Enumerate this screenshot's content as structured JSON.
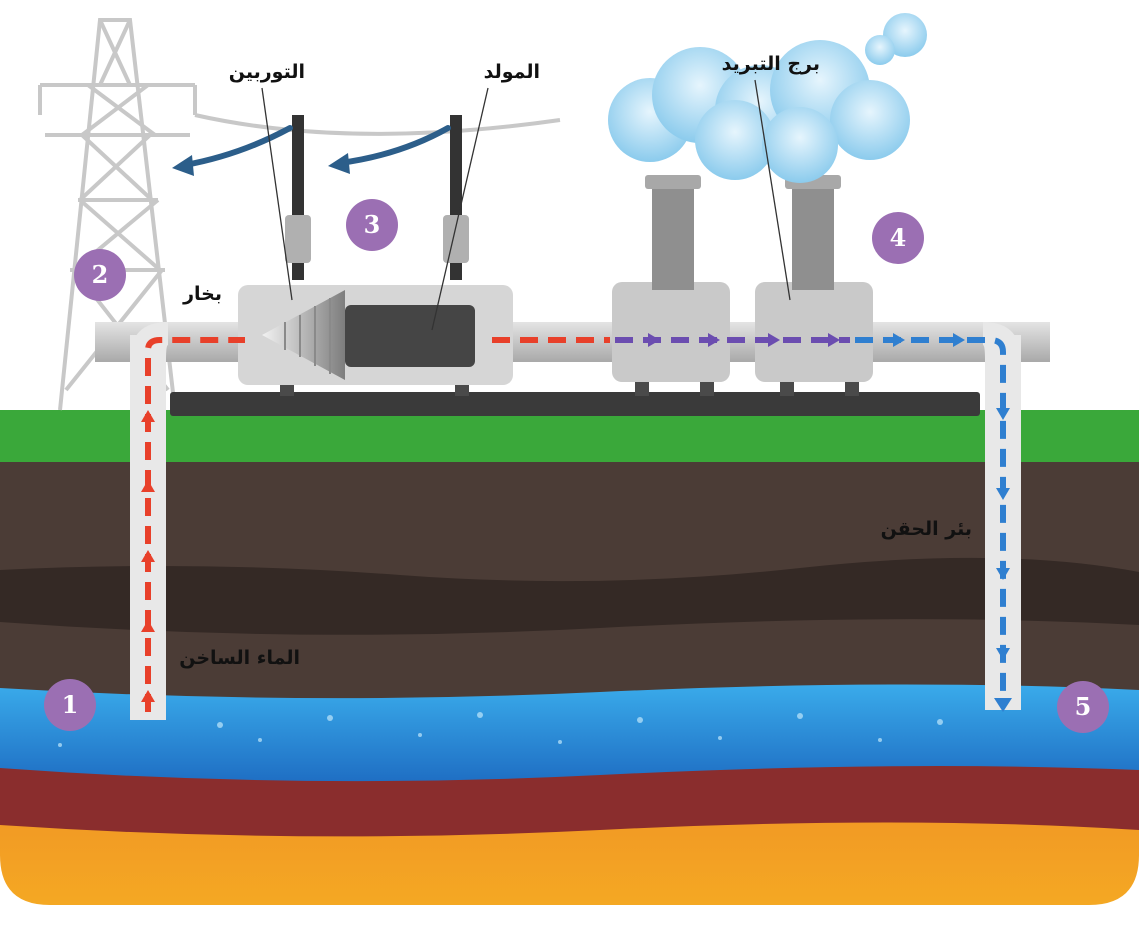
{
  "labels": {
    "turbine": "التوربين",
    "generator": "المولد",
    "cooling_tower": "برج التبريد",
    "steam": "بخار",
    "injection_well": "بئر الحقن",
    "hot_water": "الماء الساخن"
  },
  "steps": [
    "1",
    "2",
    "3",
    "4",
    "5"
  ],
  "colors": {
    "badge": "#9b6fb3",
    "hot_flow": "#e8402a",
    "cooled_flow": "#6b4db0",
    "cold_flow": "#2f7fd0",
    "grass": "#3aa83a",
    "soil": "#4a3b35",
    "water": "#2a9ae0",
    "magma": "#f08a20"
  }
}
